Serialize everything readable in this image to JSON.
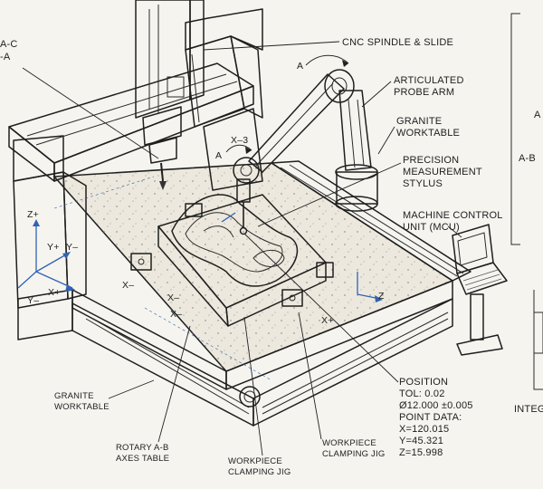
{
  "colors": {
    "ink": "#1f1f1f",
    "paper": "#f6f4ef",
    "axis_blue": "#2f63b5"
  },
  "labels": {
    "top_left_1": "A-C",
    "top_left_2": "-A",
    "spindle": "CNC SPINDLE & SLIDE",
    "probe_arm_1": "ARTICULATED",
    "probe_arm_2": "PROBE ARM",
    "granite_r_1": "GRANITE",
    "granite_r_2": "WORKTABLE",
    "stylus_1": "PRECISION",
    "stylus_2": "MEASUREMENT",
    "stylus_3": "STYLUS",
    "mcu_1": "MACHINE CONTROL",
    "mcu_2": "UNIT (MCU)",
    "right_a": "A",
    "right_ab": "A-B",
    "granite_l_1": "GRANITE",
    "granite_l_2": "WORKTABLE",
    "rotary_1": "ROTARY A-B",
    "rotary_2": "AXES TABLE",
    "jig_a_1": "WORKPIECE",
    "jig_a_2": "CLAMPING JIG",
    "jig_b_1": "WORKPIECE",
    "jig_b_2": "CLAMPING JIG",
    "integ": "INTEG",
    "pos_title": "POSITION",
    "pos_tol": "TOL: 0.02",
    "pos_dia": "Ø12.000 ±0.005",
    "pos_point": "POINT DATA:",
    "pos_x": "X=120.015",
    "pos_y": "Y=45.321",
    "pos_z": "Z=15.998"
  },
  "axes": {
    "a_arm": "A",
    "x3": "X–3",
    "a_probe": "A",
    "z_plus": "Z+",
    "y_plus": "Y+",
    "y_minus_1": "Y–",
    "y_minus_2": "Y–",
    "x_plus_1": "X+",
    "x_plus_2": "X+",
    "x_minus_1": "X–",
    "x_minus_2": "X–",
    "x_3": "X–",
    "z_right": "Z"
  }
}
